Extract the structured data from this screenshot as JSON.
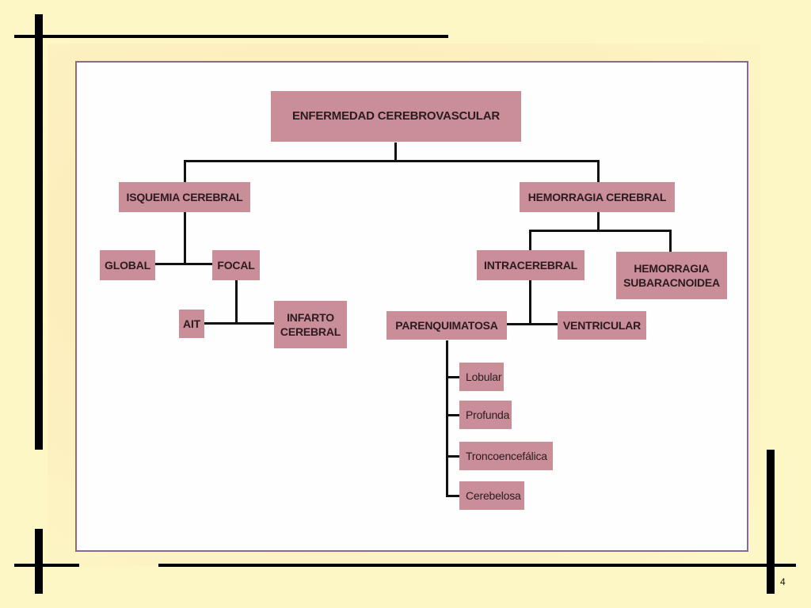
{
  "diagram": {
    "root": "ENFERMEDAD CEREBROVASCULAR",
    "isquemia": "ISQUEMIA CEREBRAL",
    "hemorragia": "HEMORRAGIA CEREBRAL",
    "global": "GLOBAL",
    "focal": "FOCAL",
    "ait": "AIT",
    "infarto": "INFARTO CEREBRAL",
    "intracerebral": "INTRACEREBRAL",
    "subaracnoidea": "HEMORRAGIA SUBARACNOIDEA",
    "parenquimatosa": "PARENQUIMATOSA",
    "ventricular": "VENTRICULAR",
    "lobular": "Lobular",
    "profunda": "Profunda",
    "troncoencefalica": "Troncoencefálica",
    "cerebelosa": "Cerebelosa"
  },
  "page_number": "4",
  "colors": {
    "node_fill": "#c98e98",
    "background": "#fdf7c6",
    "panel": "#fefefe"
  }
}
